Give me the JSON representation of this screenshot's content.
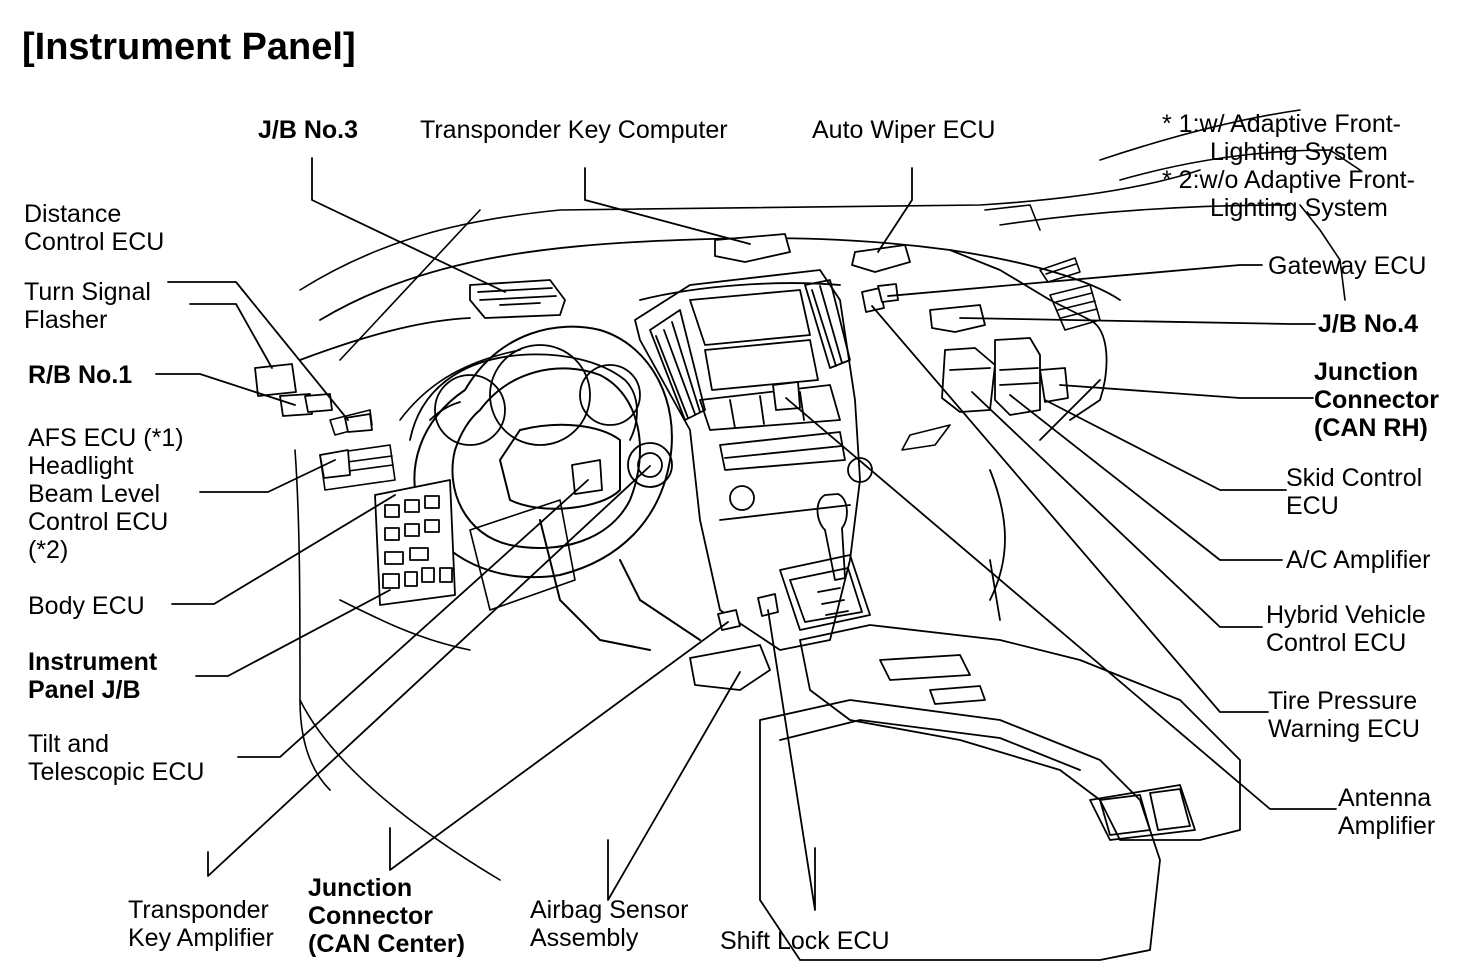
{
  "title": "[Instrument Panel]",
  "notes": {
    "note1_l1": "* 1:w/ Adaptive Front-",
    "note1_l2": "Lighting System",
    "note2_l1": "* 2:w/o Adaptive Front-",
    "note2_l2": "Lighting System"
  },
  "labels": {
    "jb3": "J/B No.3",
    "transponder_key_computer": "Transponder Key Computer",
    "auto_wiper_ecu": "Auto Wiper ECU",
    "distance_control_ecu": [
      "Distance",
      "Control ECU"
    ],
    "turn_signal_flasher": [
      "Turn Signal",
      "Flasher"
    ],
    "rb1": "R/B No.1",
    "afs_ecu": [
      "AFS ECU (*1)",
      "Headlight",
      "Beam Level",
      "Control ECU",
      "(*2)"
    ],
    "body_ecu": "Body ECU",
    "instrument_panel_jb": [
      "Instrument",
      "Panel J/B"
    ],
    "tilt_telescopic_ecu": [
      "Tilt and",
      "Telescopic ECU"
    ],
    "transponder_key_amplifier": [
      "Transponder",
      "Key Amplifier"
    ],
    "junction_connector_center": [
      "Junction",
      "Connector",
      "(CAN Center)"
    ],
    "airbag_sensor_assembly": [
      "Airbag Sensor",
      "Assembly"
    ],
    "shift_lock_ecu": "Shift Lock ECU",
    "gateway_ecu": "Gateway ECU",
    "jb4": "J/B No.4",
    "junction_connector_rh": [
      "Junction",
      "Connector",
      "(CAN RH)"
    ],
    "skid_control_ecu": [
      "Skid Control",
      "ECU"
    ],
    "ac_amplifier": "A/C Amplifier",
    "hybrid_vehicle_control_ecu": [
      "Hybrid Vehicle",
      "Control ECU"
    ],
    "tire_pressure_warning_ecu": [
      "Tire Pressure",
      "Warning ECU"
    ],
    "antenna_amplifier": [
      "Antenna",
      "Amplifier"
    ]
  },
  "colors": {
    "ink": "#000000",
    "paper": "#ffffff"
  }
}
